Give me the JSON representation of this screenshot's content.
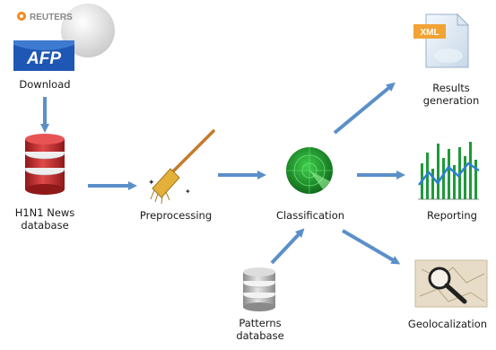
{
  "logos": {
    "reuters": "REUTERS",
    "afp": "AFP"
  },
  "xml_badge": "XML",
  "nodes": {
    "download": "Download",
    "news_db_line1": "H1N1 News",
    "news_db_line2": "database",
    "preprocessing": "Preprocessing",
    "classification": "Classification",
    "patterns_line1": "Patterns",
    "patterns_line2": "database",
    "results_line1": "Results",
    "results_line2": "generation",
    "reporting": "Reporting",
    "geolocalization": "Geolocalization"
  },
  "colors": {
    "arrow": "#5b8fc9",
    "radar": "#1f9e2d",
    "db_red": "#cc2a2a",
    "afp_blue": "#1f57b5"
  }
}
